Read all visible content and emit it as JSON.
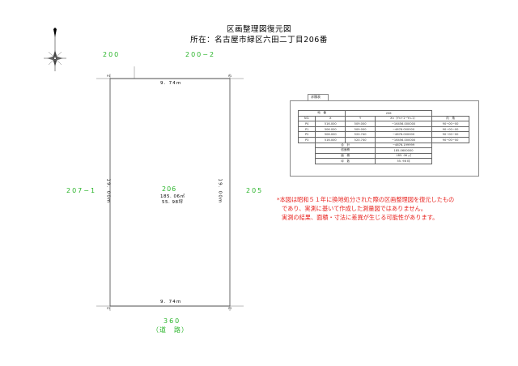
{
  "header": {
    "title": "区画整理図復元図",
    "location": "所在：名古屋市緑区六田二丁目206番"
  },
  "lots": {
    "main": "206",
    "main_area_sqm": "185. 06㎡",
    "main_area_tsubo": "55. 98坪",
    "north_left": "200",
    "north_right": "200−2",
    "west": "207−1",
    "east": "205",
    "south": "360",
    "south_note": "（道　路）"
  },
  "dimensions": {
    "top": "9. 74m",
    "bottom": "9. 74m",
    "left": "19. 00m",
    "right": "19. 00m"
  },
  "corners": [
    "P4",
    "P1",
    "P2",
    "P3"
  ],
  "calc_table": {
    "caption": "求積表",
    "lot_label": "地　番",
    "lot_value": "206",
    "headers": [
      "NO.",
      "X",
      "Y",
      "Xn（Yn+1−Yn-1）",
      "内　角"
    ],
    "rows": [
      [
        "P4",
        "516.000",
        "509.000",
        "−16456.000000",
        "90−00−00"
      ],
      [
        "P1",
        "506.000",
        "509.000",
        "−4676.000000",
        "90−00−00"
      ],
      [
        "P2",
        "506.000",
        "520.740",
        "−4676.000000",
        "90−00−00"
      ],
      [
        "P3",
        "516.000",
        "520.740",
        "−16456.000000",
        "90−00−00"
      ]
    ],
    "sum_label": "合　計",
    "sum_value": "−4676.199999",
    "double_label": "倍面積",
    "double_value": "185.0600000",
    "area_label": "面　積",
    "area_value": "185. 06",
    "area_unit": "㎡",
    "tsubo_label": "坪　数",
    "tsubo_value": "55. 98",
    "tsubo_unit": "坪"
  },
  "notes": [
    "*本図は昭和５１年に換地処分された際の区画整理図を復元したもの",
    "であり、実測に基いて作成した測量図ではありません。",
    "実測の結果、面積・寸法に差異が生じる可能性があります。"
  ],
  "colors": {
    "lot_labels": "#2bb52b",
    "notes": "#e8221e"
  },
  "icons": {
    "north_arrow": "north-arrow-icon"
  }
}
